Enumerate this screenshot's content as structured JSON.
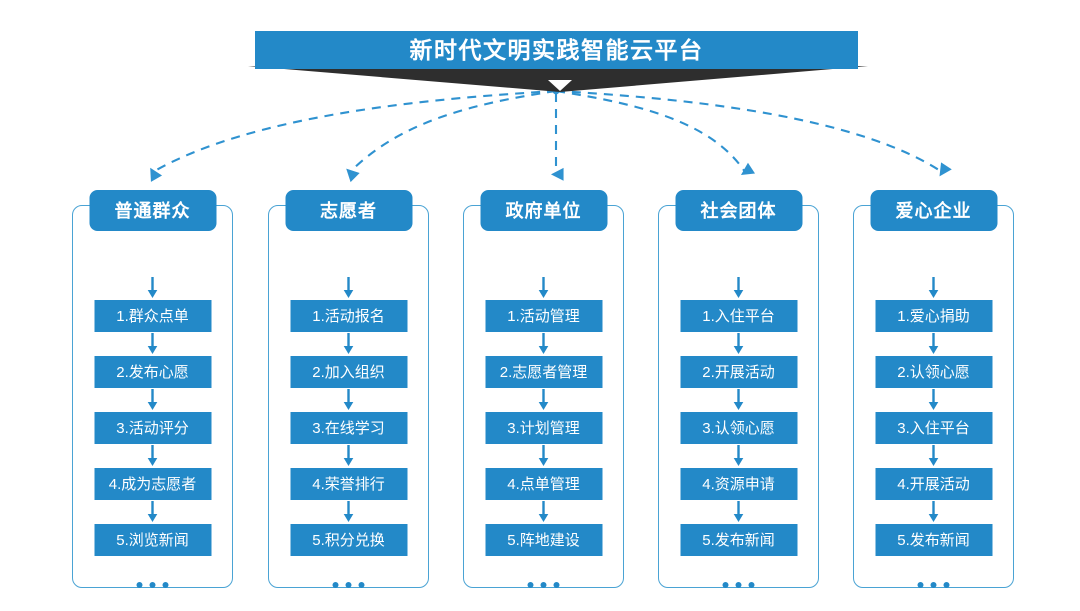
{
  "header": {
    "title": "新时代文明实践智能云平台",
    "banner_color": "#2389c8",
    "shadow_color": "#2e2e2e",
    "chevron_icon": "chevron-down-icon"
  },
  "theme": {
    "accent": "#2389c8",
    "border": "#4aa3d4",
    "connector": "#2f92d0",
    "text_on_accent": "#ffffff",
    "background": "#ffffff"
  },
  "connectors": {
    "style": "dashed-curved-arrow",
    "count": 5,
    "origin_label": "新时代文明实践智能云平台"
  },
  "ellipsis_label": "...",
  "columns": [
    {
      "id": "col-public",
      "header": "普通群众",
      "items": [
        "1.群众点单",
        "2.发布心愿",
        "3.活动评分",
        "4.成为志愿者",
        "5.浏览新闻"
      ]
    },
    {
      "id": "col-volunteer",
      "header": "志愿者",
      "items": [
        "1.活动报名",
        "2.加入组织",
        "3.在线学习",
        "4.荣誉排行",
        "5.积分兑换"
      ]
    },
    {
      "id": "col-government",
      "header": "政府单位",
      "items": [
        "1.活动管理",
        "2.志愿者管理",
        "3.计划管理",
        "4.点单管理",
        "5.阵地建设"
      ]
    },
    {
      "id": "col-social-group",
      "header": "社会团体",
      "items": [
        "1.入住平台",
        "2.开展活动",
        "3.认领心愿",
        "4.资源申请",
        "5.发布新闻"
      ]
    },
    {
      "id": "col-enterprise",
      "header": "爱心企业",
      "items": [
        "1.爱心捐助",
        "2.认领心愿",
        "3.入住平台",
        "4.开展活动",
        "5.发布新闻"
      ]
    }
  ]
}
